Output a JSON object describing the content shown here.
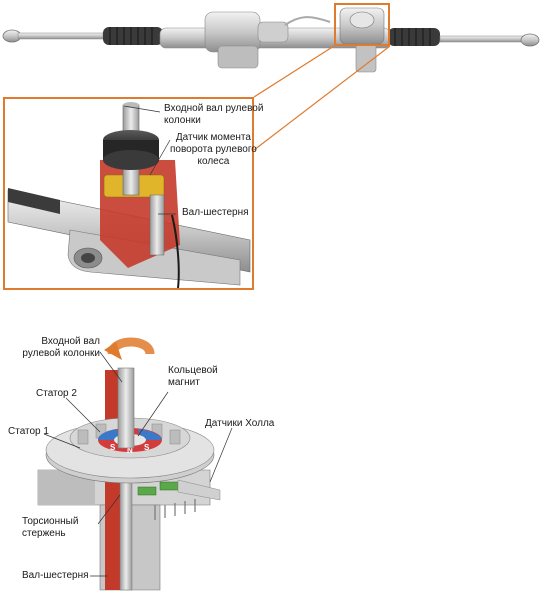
{
  "top_figure": {
    "labels": {
      "input_shaft": [
        "Входной вал рулевой",
        "колонки"
      ],
      "torque_sensor": [
        "Датчик момента",
        "поворота рулевого",
        "колеса"
      ],
      "pinion_shaft": "Вал-шестерня"
    }
  },
  "bottom_figure": {
    "labels": {
      "input_shaft": [
        "Входной вал",
        "рулевой колонки"
      ],
      "stator2": "Статор 2",
      "stator1": "Статор 1",
      "ring_magnet": [
        "Кольцевой",
        "магнит"
      ],
      "hall_sensors": "Датчики Холла",
      "torsion_bar": [
        "Торсионный",
        "стержень"
      ],
      "pinion_shaft": "Вал-шестерня"
    },
    "magnet_poles": [
      "S",
      "N",
      "S"
    ]
  },
  "colors": {
    "frame_orange": "#e07a2c",
    "metal_light": "#d9d9d9",
    "metal_dark": "#8c8c8c",
    "magnet_red": "#d23c3c",
    "magnet_blue": "#3c78c8",
    "hall_green": "#5aa84a",
    "sensor_red": "#c43a2a"
  }
}
